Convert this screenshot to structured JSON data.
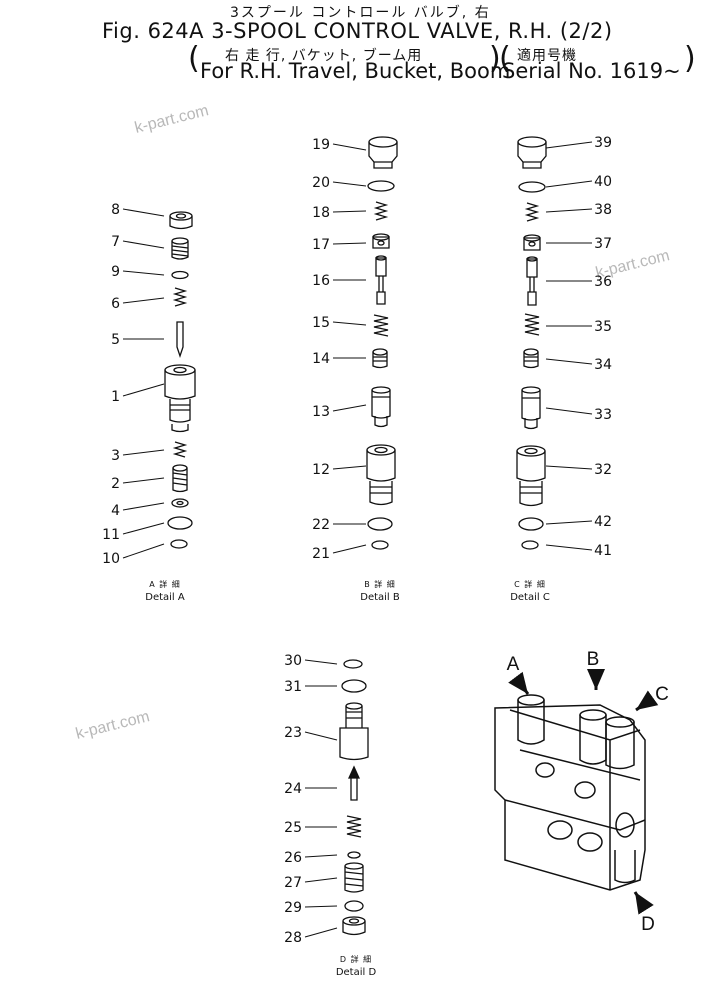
{
  "title": {
    "jp": "3スプール コントロール バルブ, 右",
    "main": "Fig. 624A 3-SPOOL CONTROL VALVE, R.H. (2/2)",
    "sub_jp_left": "右 走 行, バケット, ブーム用",
    "sub_jp_right": "適用号機",
    "sub_left": "For R.H. Travel, Bucket, Boom",
    "sub_right": "Serial No. 1619~"
  },
  "watermarks": [
    "k-part.com",
    "k-part.com",
    "k-part.com"
  ],
  "details": {
    "A": {
      "jp": "A 詳 細",
      "en": "Detail A",
      "labels": [
        "8",
        "7",
        "9",
        "6",
        "5",
        "1",
        "3",
        "2",
        "4",
        "11",
        "10"
      ]
    },
    "B": {
      "jp": "B 詳 細",
      "en": "Detail B",
      "labels": [
        "19",
        "20",
        "18",
        "17",
        "16",
        "15",
        "14",
        "13",
        "12",
        "22",
        "21"
      ]
    },
    "C": {
      "jp": "C 詳 細",
      "en": "Detail C",
      "labels": [
        "39",
        "40",
        "38",
        "37",
        "36",
        "35",
        "34",
        "33",
        "32",
        "42",
        "41"
      ]
    },
    "D": {
      "jp": "D 詳 細",
      "en": "Detail D",
      "labels": [
        "30",
        "31",
        "23",
        "24",
        "25",
        "26",
        "27",
        "29",
        "28"
      ]
    }
  },
  "assembly_markers": [
    "A",
    "B",
    "C",
    "D"
  ],
  "colors": {
    "line": "#111111",
    "watermark": "#b8b8b8"
  }
}
